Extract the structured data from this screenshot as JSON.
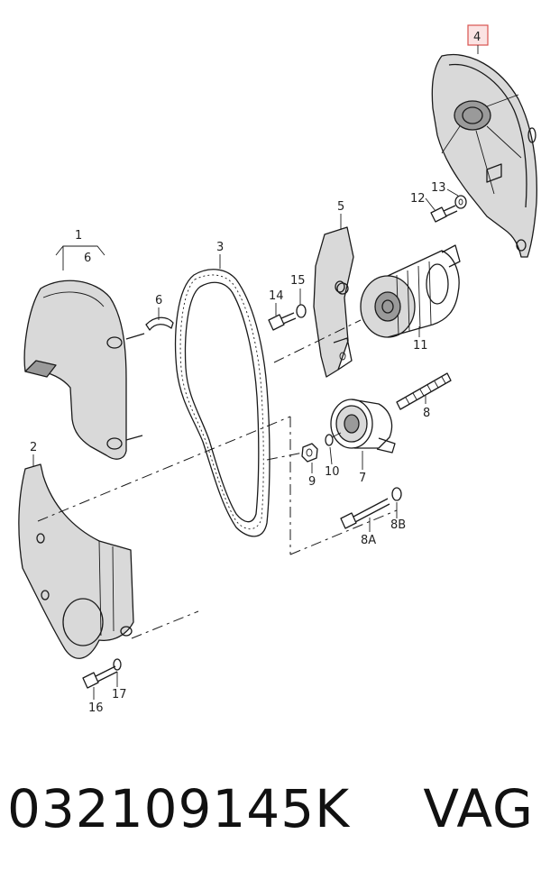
{
  "labels": {
    "p1": "1",
    "p1_sub": "6",
    "p2": "2",
    "p3": "3",
    "p4": "4",
    "p5": "5",
    "p6": "6",
    "p7": "7",
    "p8": "8",
    "p8a": "8A",
    "p8b": "8B",
    "p9": "9",
    "p10": "10",
    "p11": "11",
    "p12": "12",
    "p13": "13",
    "p14": "14",
    "p15": "15",
    "p16": "16",
    "p17": "17"
  },
  "caption": {
    "part_number": "032109145K",
    "brand": "VAG"
  },
  "highlight_color": "#d9534f"
}
